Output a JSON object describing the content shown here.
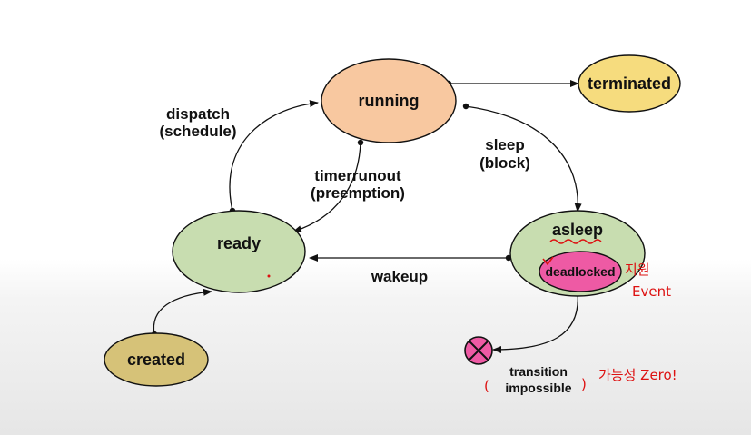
{
  "nodes": {
    "running": "running",
    "terminated": "terminated",
    "ready": "ready",
    "asleep": "asleep",
    "deadlocked": "deadlocked",
    "created": "created"
  },
  "edges": {
    "dispatch_line1": "dispatch",
    "dispatch_line2": "(schedule)",
    "timerrunout_line1": "timerrunout",
    "timerrunout_line2": "(preemption)",
    "sleep_line1": "sleep",
    "sleep_line2": "(block)",
    "wakeup": "wakeup"
  },
  "transition_impossible": {
    "line1": "transition",
    "line2": "impossible"
  },
  "annotations": {
    "deadlocked_note_line1": "지원",
    "deadlocked_note_line2": "Event",
    "impossible_note": "가능성 Zero!"
  },
  "colors": {
    "running_fill": "#f8c8a0",
    "terminated_fill": "#f6dc7e",
    "ready_fill": "#c8ddb0",
    "asleep_fill": "#c8ddb0",
    "deadlocked_fill": "#ee5aa4",
    "created_fill": "#d6c278",
    "handwriting": "#dd1111"
  }
}
